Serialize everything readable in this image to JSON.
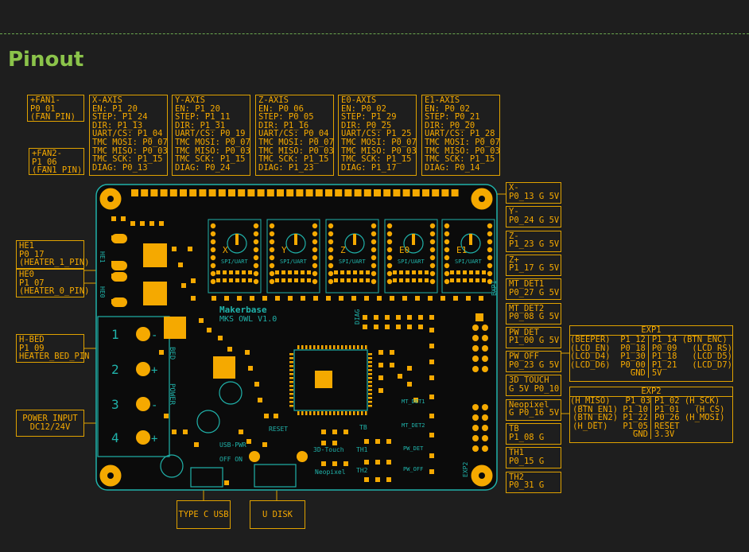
{
  "title": "Pinout",
  "board": {
    "brand": "Makerbase",
    "model": "MKS OWL V1.0"
  },
  "left_labels": [
    {
      "name": "fan1-label",
      "lines": [
        "+FAN1-",
        "P0_01",
        "(FAN_PIN)"
      ]
    },
    {
      "name": "fan2-label",
      "lines": [
        "+FAN2-",
        "P1_06",
        "(FAN1_PIN)"
      ]
    },
    {
      "name": "he1-label",
      "lines": [
        "HE1",
        "P0_17",
        "(HEATER_1_PIN)"
      ]
    },
    {
      "name": "he0-label",
      "lines": [
        "HE0",
        "P1_07",
        "(HEATER_0_PIN)"
      ]
    },
    {
      "name": "hbed-label",
      "lines": [
        "H-BED",
        "P1_09",
        "HEATER_BED_PIN"
      ]
    },
    {
      "name": "power-input-label",
      "lines": [
        "POWER INPUT",
        "DC12/24V"
      ]
    }
  ],
  "axes": [
    {
      "name": "x-axis-label",
      "lines": [
        "X-AXIS",
        "EN: P1_20",
        "STEP: P1_24",
        "DIR: P1_13",
        "UART/CS: P1_04",
        "TMC MOSI: P0_07",
        "TMC MISO: P0_03",
        "TMC SCK: P1_15",
        "DIAG: P0_13"
      ]
    },
    {
      "name": "y-axis-label",
      "lines": [
        "Y-AXIS",
        "EN: P1_20",
        "STEP: P1_11",
        "DIR: P1_31",
        "UART/CS: P0_19",
        "TMC MOSI: P0_07",
        "TMC MISO: P0_03",
        "TMC SCK: P1_15",
        "DIAG: P0_24"
      ]
    },
    {
      "name": "z-axis-label",
      "lines": [
        "Z-AXIS",
        "EN: P0_06",
        "STEP: P0_05",
        "DIR: P1_16",
        "UART/CS: P0_04",
        "TMC MOSI: P0_07",
        "TMC MISO: P0_03",
        "TMC SCK: P1_15",
        "DIAG: P1_23"
      ]
    },
    {
      "name": "e0-axis-label",
      "lines": [
        "E0-AXIS",
        "EN: P0_02",
        "STEP: P1_29",
        "DIR: P0_25",
        "UART/CS: P1_25",
        "TMC MOSI: P0_07",
        "TMC MISO: P0_03",
        "TMC SCK: P1_15",
        "DIAG: P1_17"
      ]
    },
    {
      "name": "e1-axis-label",
      "lines": [
        "E1-AXIS",
        "EN: P0_02",
        "STEP: P0_21",
        "DIR: P0_20",
        "UART/CS: P1_28",
        "TMC MOSI: P0_07",
        "TMC MISO: P0_03",
        "TMC SCK: P1_15",
        "DIAG: P0_14"
      ]
    }
  ],
  "right_labels": [
    {
      "name": "x-minus-label",
      "lines": [
        "X-",
        "P0_13 G 5V"
      ]
    },
    {
      "name": "y-minus-label",
      "lines": [
        "Y-",
        "P0_24 G 5V"
      ]
    },
    {
      "name": "z-minus-label",
      "lines": [
        "Z-",
        "P1_23 G 5V"
      ]
    },
    {
      "name": "z-plus-label",
      "lines": [
        "Z+",
        "P1_17 G 5V"
      ]
    },
    {
      "name": "mt-det1-label",
      "lines": [
        "MT_DET1",
        "P0_27 G 5V"
      ]
    },
    {
      "name": "mt-det2-label",
      "lines": [
        "MT_DET2",
        "P0_08 G 5V"
      ]
    },
    {
      "name": "pw-det-label",
      "lines": [
        "PW_DET",
        "P1_00 G 5V"
      ]
    },
    {
      "name": "pw-off-label",
      "lines": [
        "PW_OFF",
        "P0_23 G 5V"
      ]
    },
    {
      "name": "3d-touch-label",
      "lines": [
        "3D TOUCH",
        "G 5V P0_10"
      ]
    },
    {
      "name": "neopixel-label",
      "lines": [
        "Neopixel",
        "G P0_16 5V"
      ]
    },
    {
      "name": "tb-label",
      "lines": [
        "TB",
        "P1_08 G"
      ]
    },
    {
      "name": "th1-label",
      "lines": [
        "TH1",
        "P0_15 G"
      ]
    },
    {
      "name": "th2-label",
      "lines": [
        "TH2",
        "P0_31 G"
      ]
    }
  ],
  "exp1": {
    "title": "EXP1",
    "left": [
      "(BEEPER)  P1_12",
      "(LCD_EN)  P0_18",
      "(LCD_D4)  P1_30",
      "(LCD_D6)  P0_00",
      "GND"
    ],
    "right": [
      "P1_14 (BTN_ENC)",
      "P0_09   (LCD_RS)",
      "P1_18   (LCD_D5)",
      "P1_21   (LCD_D7)",
      "5V"
    ]
  },
  "exp2": {
    "title": "EXP2",
    "left": [
      "(H_MISO)   P1_03",
      "(BTN_EN1) P1_10",
      "(BTN_EN2) P1_22",
      "(H_DET)   P1_05",
      "GND"
    ],
    "right": [
      "P1_02 (H_SCK)",
      "P1_01   (H_CS)",
      "P0_26 (H_MOSI)",
      "RESET",
      "3.3V"
    ]
  },
  "bottom_labels": [
    {
      "name": "type-c-usb-label",
      "text": "TYPE C USB"
    },
    {
      "name": "u-disk-label",
      "text": "U DISK"
    }
  ],
  "silk": {
    "driver_names": [
      "X",
      "Y",
      "Z",
      "E0",
      "E1"
    ],
    "spi_uart": "SPI/UART",
    "terminals": [
      "1",
      "2",
      "3",
      "4"
    ],
    "bed": "BED",
    "power": "POWER",
    "usb_pwr": "USB-PWR",
    "off_on": "OFF  ON",
    "reset": "RESET",
    "touch3d": "3D-Touch",
    "neopixel": "Neopixel",
    "exp1": "EXP1",
    "exp2": "EXP2",
    "diag": "DIAG",
    "tb": "TB",
    "th1": "TH1",
    "th2": "TH2",
    "he1": "HE1",
    "he0": "HE0",
    "mt_det1": "MT_DET1",
    "mt_det2": "MT_DET2",
    "pw_det": "PW_DET",
    "pw_off": "PW_OFF"
  },
  "colors": {
    "accent": "#f5a900",
    "board": "#0b0b0b",
    "silk": "#20b2aa",
    "title": "#8bc34a"
  }
}
